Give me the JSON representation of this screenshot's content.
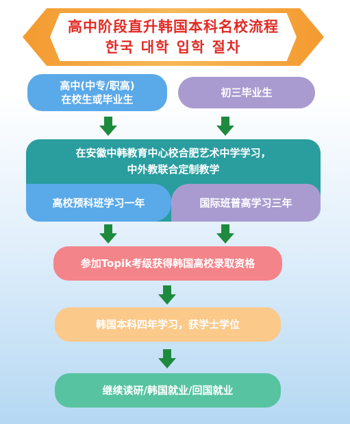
{
  "title": {
    "line1": "高中阶段直升韩国本科名校流程",
    "line2": "한국 대학 입학 절차"
  },
  "start": {
    "left": [
      "高中(中专/职高)",
      "在校生或毕业生"
    ],
    "right": "初三毕业生"
  },
  "study": {
    "lines": [
      "在安徽中韩教育中心校合肥艺术中学学习，",
      "中外教联合定制教学"
    ],
    "left_track": "高校预科班学习一年",
    "right_track": "国际班普高学习三年"
  },
  "steps": {
    "topik": "参加Topik考级获得韩国高校录取资格",
    "korea": "韩国本科四年学习，获学士学位",
    "final": "继续读研/韩国就业/回国就业"
  },
  "colors": {
    "title_red": "#e02a24",
    "banner_orange": "#f39a2f",
    "blue": "#5aa9e8",
    "purple": "#a99bd0",
    "teal": "#2a9d9f",
    "coral": "#f3848a",
    "peach": "#fbc98a",
    "green_box": "#57c3a0",
    "arrow_green": "#1e8a3e"
  },
  "icons": [
    "down-arrow-icon"
  ]
}
